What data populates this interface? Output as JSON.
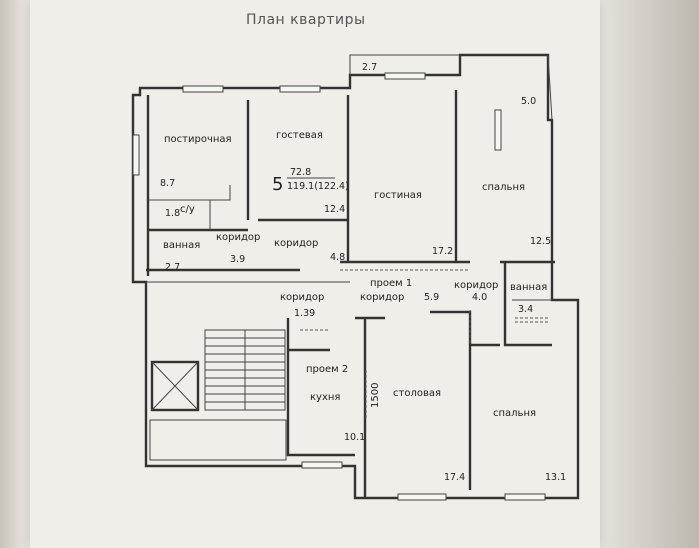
{
  "title": "План квартиры",
  "apartment": {
    "rooms_count": "5",
    "living_area": "72.8",
    "total_area": "119.1(122.4)"
  },
  "rooms": {
    "laundry": {
      "label": "постирочная",
      "area": "8.7"
    },
    "guest": {
      "label": "гостевая",
      "area": "12.4"
    },
    "living": {
      "label": "гостиная",
      "area": "17.2"
    },
    "bedroom1": {
      "label": "спальня",
      "area": "12.5"
    },
    "bedroom2": {
      "label": "спальня",
      "area": "13.1"
    },
    "dining": {
      "label": "столовая",
      "area": "17.4"
    },
    "kitchen": {
      "label": "кухня",
      "area": "10.1"
    },
    "wc": {
      "label": "с/у",
      "area": "1.8"
    },
    "bath1": {
      "label": "ванная",
      "area": "2.7"
    },
    "bath2": {
      "label": "ванная",
      "area": "3.4"
    },
    "corridor1": {
      "label": "коридор",
      "area": "3.9"
    },
    "corridor2": {
      "label": "коридор",
      "area": "4.8"
    },
    "corridor3": {
      "label": "коридор",
      "area": "1.39"
    },
    "corridor4": {
      "label": "коридор",
      "area": "5.9"
    },
    "corridor5": {
      "label": "коридор",
      "area": "4.0"
    },
    "balcony1": {
      "area": "2.7"
    },
    "balcony2": {
      "area": "5.0"
    }
  },
  "openings": {
    "opening1": "проем 1",
    "opening2": "проем 2",
    "opening_width": "1500"
  }
}
